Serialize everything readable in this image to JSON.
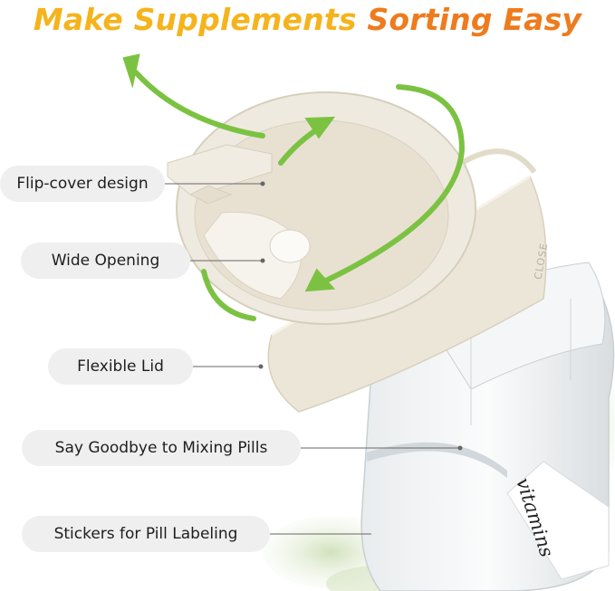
{
  "title": {
    "part1": "Make Supplements",
    "part2": "Sorting Easy"
  },
  "labels": [
    "Flip-cover design",
    "Wide Opening",
    "Flexible Lid",
    "Say Goodbye to Mixing Pills",
    "Stickers for Pill Labeling"
  ],
  "product": {
    "ring_text": "CLOSE",
    "sticker_text": "vitamins"
  },
  "colors": {
    "title_yellow": "#f5b31c",
    "title_orange": "#ee7b1d",
    "arrow_green": "#7cc242",
    "lid_cream": "#ece6d8"
  }
}
